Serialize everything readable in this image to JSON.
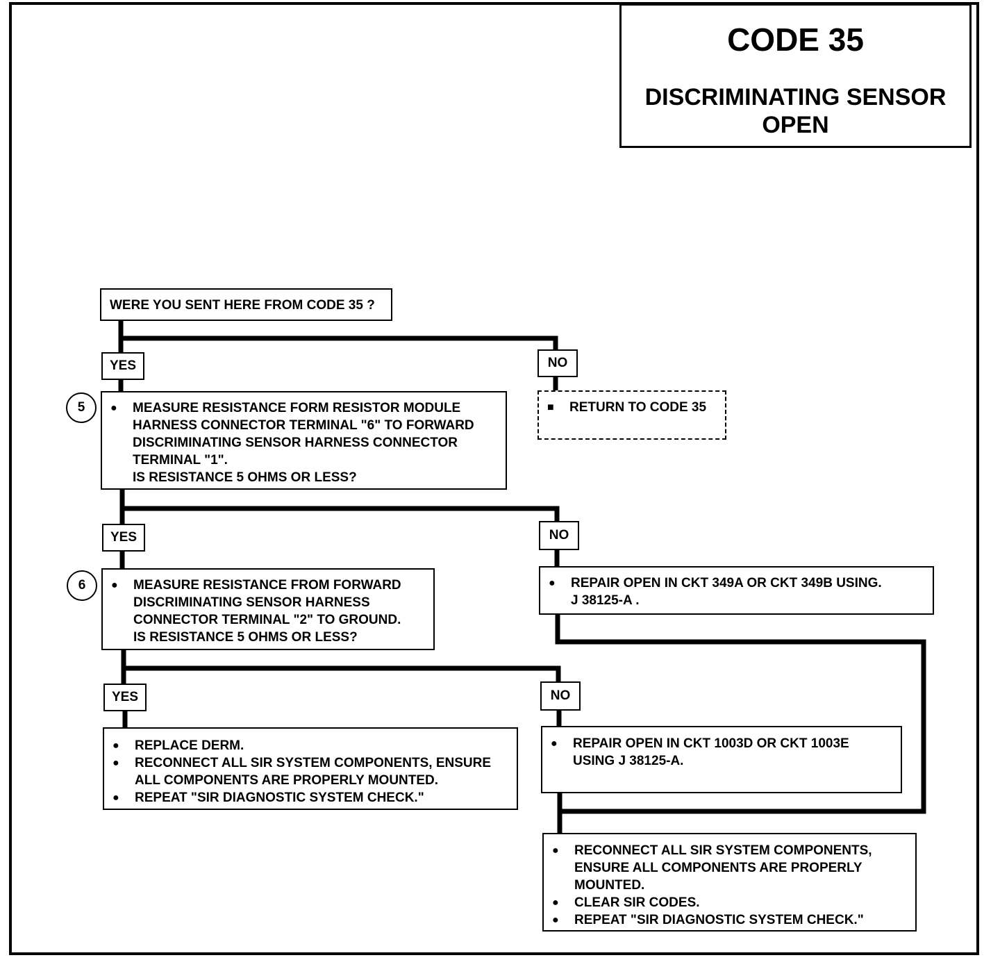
{
  "header": {
    "code": "CODE 35",
    "subtitle_line1": "DISCRIMINATING SENSOR",
    "subtitle_line2": "OPEN"
  },
  "flow": {
    "question": "WERE YOU SENT HERE FROM CODE 35 ?",
    "yes": "YES",
    "no": "NO",
    "return_step": "RETURN TO CODE 35",
    "step5": {
      "number": "5",
      "lines": [
        "MEASURE RESISTANCE FORM RESISTOR MODULE",
        "HARNESS CONNECTOR TERMINAL \"6\" TO FORWARD",
        "DISCRIMINATING SENSOR HARNESS CONNECTOR",
        "TERMINAL \"1\"."
      ],
      "question": "IS RESISTANCE 5 OHMS OR LESS?"
    },
    "step6": {
      "number": "6",
      "lines": [
        "MEASURE RESISTANCE FROM FORWARD",
        "DISCRIMINATING SENSOR HARNESS",
        "CONNECTOR TERMINAL \"2\" TO GROUND."
      ],
      "question": "IS RESISTANCE 5 OHMS OR LESS?"
    },
    "repair_349": {
      "line1": "REPAIR OPEN IN CKT 349A OR CKT 349B USING.",
      "line2": "J 38125-A ."
    },
    "repair_1003": {
      "line1": "REPAIR OPEN IN CKT 1003D OR CKT 1003E",
      "line2": "USING J 38125-A."
    },
    "replace_derm": {
      "item1": "REPLACE DERM.",
      "item2_line1": "RECONNECT ALL SIR SYSTEM COMPONENTS, ENSURE",
      "item2_line2": "ALL COMPONENTS ARE PROPERLY MOUNTED.",
      "item3": "REPEAT \"SIR DIAGNOSTIC SYSTEM CHECK.\""
    },
    "final": {
      "item1_line1": "RECONNECT ALL SIR SYSTEM COMPONENTS,",
      "item1_line2": "ENSURE ALL COMPONENTS ARE PROPERLY",
      "item1_line3": "MOUNTED.",
      "item2": "CLEAR SIR CODES.",
      "item3": "REPEAT \"SIR DIAGNOSTIC SYSTEM CHECK.\""
    },
    "bullet": "●",
    "bullet_small": "■"
  }
}
